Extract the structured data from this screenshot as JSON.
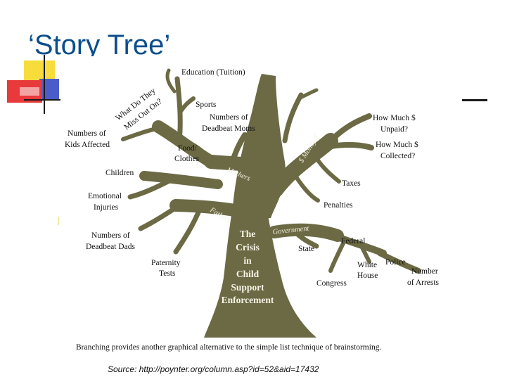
{
  "slide": {
    "title": "‘Story Tree’",
    "source": "Source: http://poynter.org/column.asp?id=52&aid=17432"
  },
  "colors": {
    "title": "#0b4e8c",
    "tree": "#6b6a44",
    "tree_dark": "#4c4b2e",
    "deco_yellow": "#f7dd3b",
    "deco_red": "#e83a3a",
    "deco_blue": "#4a5cc9"
  },
  "tree": {
    "leaves": {
      "education": "Education (Tuition)",
      "sports": "Sports",
      "deadbeat_moms_1": "Numbers of",
      "deadbeat_moms_2": "Deadbeat Moms",
      "kids_1": "Numbers of",
      "kids_2": "Kids Affected",
      "food_1": "Food/",
      "food_2": "Clothes",
      "children": "Children",
      "emotional_1": "Emotional",
      "emotional_2": "Injuries",
      "dads_1": "Numbers of",
      "dads_2": "Deadbeat Dads",
      "paternity_1": "Paternity",
      "paternity_2": "Tests",
      "unpaid_1": "How Much $",
      "unpaid_2": "Unpaid?",
      "collected_1": "How Much $",
      "collected_2": "Collected?",
      "taxes": "Taxes",
      "penalties": "Penalties",
      "state": "State",
      "federal": "Federal",
      "congress": "Congress",
      "white_house_1": "White",
      "white_house_2": "House",
      "police": "Police",
      "arrests_1": "Number",
      "arrests_2": "of Arrests"
    },
    "branches": {
      "miss_out_1": "What Do They",
      "miss_out_2": "Miss Out On?",
      "money": "$ Money $",
      "mothers": "Mothers",
      "fathers": "Fathers",
      "government": "Government"
    },
    "trunk": [
      "The",
      "Crisis",
      "in",
      "Child",
      "Support",
      "Enforcement"
    ],
    "caption": "Branching provides another graphical alternative to the simple list technique of brainstorming."
  }
}
